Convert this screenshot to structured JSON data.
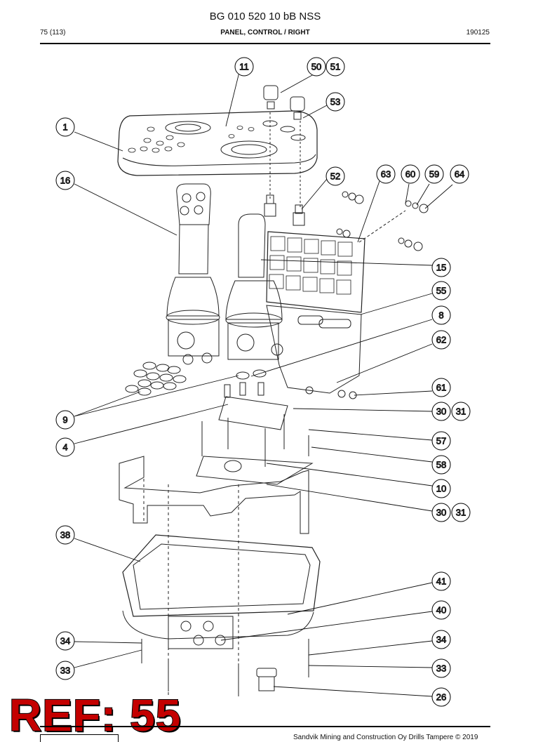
{
  "header": {
    "doc_title": "BG 010 520 10 bB NSS",
    "page": "75 (113)",
    "section": "PANEL, CONTROL / RIGHT",
    "date": "190125"
  },
  "reference": "REF: 55",
  "footer": {
    "copyright": "Sandvik Mining and Construction Oy Drills Tampere © 2019"
  },
  "callouts": {
    "c1": "1",
    "c11": "11",
    "c50": "50",
    "c51": "51",
    "c53": "53",
    "c16": "16",
    "c52": "52",
    "c63": "63",
    "c60": "60",
    "c59": "59",
    "c64": "64",
    "c15": "15",
    "c55": "55",
    "c8": "8",
    "c62": "62",
    "c61": "61",
    "c9": "9",
    "c30a": "30",
    "c31a": "31",
    "c4": "4",
    "c57": "57",
    "c58": "58",
    "c10": "10",
    "c30b": "30",
    "c31b": "31",
    "c38": "38",
    "c41": "41",
    "c40": "40",
    "c34a": "34",
    "c34b": "34",
    "c33a": "33",
    "c33b": "33",
    "c26": "26"
  }
}
